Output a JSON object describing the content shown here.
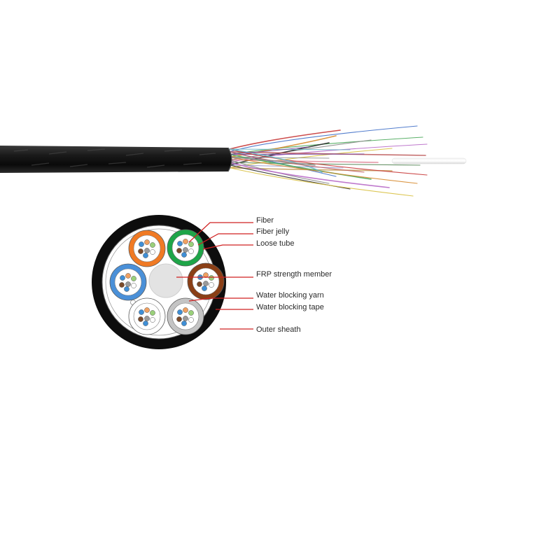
{
  "labels": {
    "fiber": "Fiber",
    "fiber_jelly": "Fiber jelly",
    "loose_tube": "Loose tube",
    "frp": "FRP strength member",
    "water_blocking_yarn": "Water blocking yarn",
    "water_blocking_tape": "Water blocking tape",
    "outer_sheath": "Outer sheath"
  },
  "colors": {
    "leader_line": "#d02020",
    "sheath": "#0d0d0d",
    "tube_orange": "#f07a24",
    "tube_green": "#1ea548",
    "tube_brown": "#8a3f16",
    "tube_blue": "#4a90d8",
    "tube_white": "#ffffff",
    "tube_grey": "#c4c4c4",
    "frp": "#e3e3e3"
  }
}
